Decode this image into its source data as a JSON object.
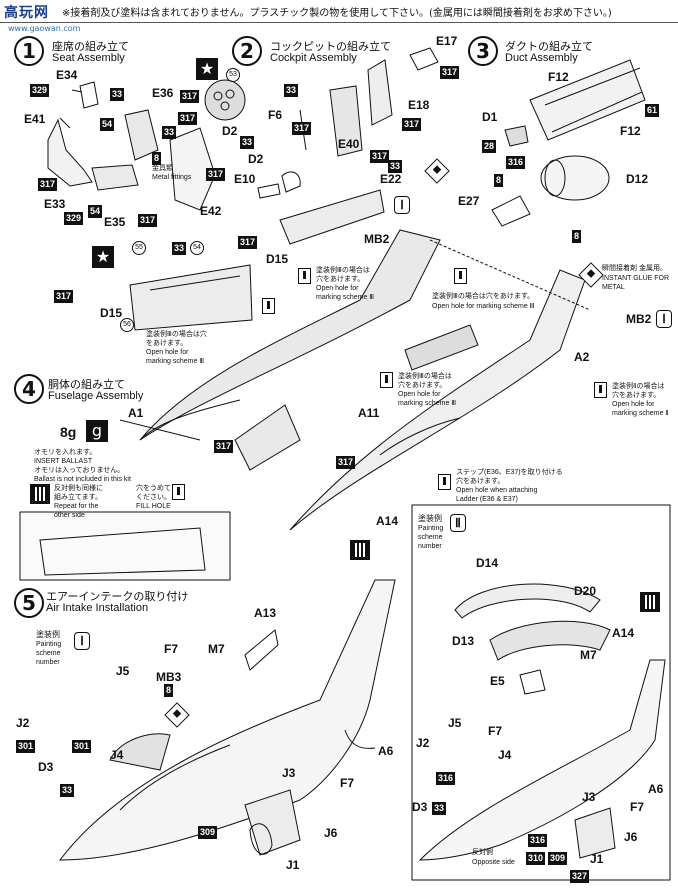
{
  "header": {
    "logo": "高玩网",
    "warning": "※接着剤及び塗料は含まれておりません。プラスチック製の物を使用して下さい。(金属用には瞬間接着剤をお求め下さい。)"
  },
  "watermark": "www.gaowan.com",
  "steps": [
    {
      "num": "1",
      "jp": "座席の組み立て",
      "en": "Seat Assembly"
    },
    {
      "num": "2",
      "jp": "コックピットの組み立て",
      "en": "Cockpit Assembly"
    },
    {
      "num": "3",
      "jp": "ダクトの組み立て",
      "en": "Duct Assembly"
    },
    {
      "num": "4",
      "jp": "胴体の組み立て",
      "en": "Fuselage Assembly"
    },
    {
      "num": "5",
      "jp": "エアーインテークの取り付け",
      "en": "Air Intake Installation"
    }
  ],
  "parts": {
    "E34": "E34",
    "E36": "E36",
    "E41": "E41",
    "E33": "E33",
    "E35": "E35",
    "E42": "E42",
    "E17": "E17",
    "E18": "E18",
    "F6": "F6",
    "D2a": "D2",
    "D2b": "D2",
    "E10": "E10",
    "E40": "E40",
    "E22": "E22",
    "D15a": "D15",
    "F12a": "F12",
    "F12b": "F12",
    "D1": "D1",
    "D12": "D12",
    "E27": "E27",
    "MB2a": "MB2",
    "MB2b": "MB2",
    "A2": "A2",
    "A1": "A1",
    "A11": "A11",
    "D15b": "D15",
    "A14a": "A14",
    "A13": "A13",
    "F7a": "F7",
    "M7a": "M7",
    "MB3": "MB3",
    "J5a": "J5",
    "J2a": "J2",
    "J4a": "J4",
    "D3a": "D3",
    "J3a": "J3",
    "A6a": "A6",
    "F7b": "F7",
    "J6a": "J6",
    "J1a": "J1",
    "D14": "D14",
    "D20": "D20",
    "D13": "D13",
    "A14b": "A14",
    "M7b": "M7",
    "E5": "E5",
    "F7c": "F7",
    "J5b": "J5",
    "J2b": "J2",
    "J4b": "J4",
    "D3b": "D3",
    "J3b": "J3",
    "A6b": "A6",
    "F7d": "F7",
    "J6b": "J6",
    "J1b": "J1"
  },
  "colors": {
    "329a": "329",
    "33a": "33",
    "317a": "317",
    "54a": "54",
    "8a": "8",
    "317b": "317",
    "329b": "329",
    "54b": "54",
    "317c": "317",
    "33b": "33",
    "317d": "317",
    "317e": "317",
    "33c": "33",
    "317f": "317",
    "317g": "317",
    "33d": "33",
    "317h": "317",
    "33e": "33",
    "317i": "317",
    "53": "53",
    "317j": "317",
    "61": "61",
    "28": "28",
    "316a": "316",
    "8b": "8",
    "8c": "8",
    "55": "55",
    "33f": "33",
    "54c": "54",
    "317k": "317",
    "56": "56",
    "317l": "317",
    "317m": "317",
    "8d": "8",
    "301a": "301",
    "301b": "301",
    "33g": "33",
    "309a": "309",
    "316b": "316",
    "33h": "33",
    "316c": "316",
    "310": "310",
    "309b": "309",
    "327": "327"
  },
  "notes": {
    "metal_jp": "瞬間接着剤 金属用。",
    "metal_en": "INSTANT GLUE FOR METAL",
    "hole1_jp": "塗装例Ⅲの場合は",
    "hole1_jp2": "穴をあけます。",
    "hole1_en": "Open hole for",
    "hole1_en2": "marking scheme Ⅲ",
    "hole2_jp": "塗装例Ⅲの場合は穴をあけます。",
    "hole2_en": "Open hole for marking scheme Ⅲ",
    "hole3_jp": "塗装例Ⅲの場合は穴",
    "hole3_jp2": "をあけます。",
    "hole3_en": "Open hole for",
    "hole3_en2": "marking scheme Ⅲ",
    "hole4_jp": "塗装例Ⅲの場合は",
    "hole4_jp2": "穴をあけます。",
    "hole4_en": "Open hole for",
    "hole4_en2": "marking scheme Ⅲ",
    "hole5_jp": "塗装例Ⅱの場合は",
    "hole5_jp2": "穴をあけます。",
    "hole5_en": "Open hole for",
    "hole5_en2": "marking scheme Ⅱ",
    "ladder_jp": "ステップ(E36、E37)を取り付ける",
    "ladder_jp2": "穴をあけます。",
    "ladder_en": "Open hole when attaching",
    "ladder_en2": "Ladder (E36 & E37)",
    "ballast_val": "8g",
    "ballast_jp": "オモリを入れます。",
    "ballast_en": "INSERT BALLAST",
    "ballast_jp2": "オモリは入っておりません。",
    "ballast_en2": "Ballast is not included in this kit",
    "repeat_jp": "反対側も同様に",
    "repeat_jp2": "組み立てます。",
    "repeat_en": "Repeat for the",
    "repeat_en2": "other side",
    "fill_jp": "穴をうめて",
    "fill_jp2": "ください。",
    "fill_en": "FILL HOLE",
    "metal_fittings_jp": "金具類",
    "metal_fittings_en": "Metal fittings",
    "scheme1_jp": "塗装例",
    "scheme1_en1": "Painting",
    "scheme1_en2": "scheme",
    "scheme1_en3": "number",
    "scheme2_jp": "塗装例",
    "scheme2_en1": "Painting",
    "scheme2_en2": "scheme",
    "scheme2_en3": "number",
    "opp_jp": "反対側",
    "opp_en": "Opposite side"
  },
  "symbols": {
    "ballast_g": "g",
    "scheme_I": "Ⅰ",
    "scheme_II": "Ⅱ",
    "star": "★"
  }
}
